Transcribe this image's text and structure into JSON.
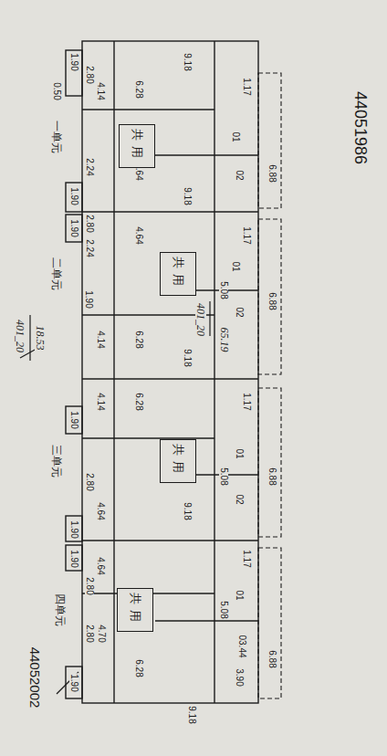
{
  "diagram": {
    "nodes": [
      {
        "text": [
          "共用"
        ]
      },
      {
        "text": [
          "共用"
        ]
      },
      {
        "text": [
          "共用"
        ]
      },
      {
        "text": [
          "共用"
        ]
      }
    ],
    "labels": [
      "44051986",
      "1.90",
      "2.80",
      "0.50",
      "4.14",
      "6.28",
      "9.18",
      "1.17",
      "一单元",
      "01",
      "02",
      "6.88",
      "2.24",
      "4.64",
      "9.18",
      "1.90",
      "1.90",
      "2.80",
      "2.24",
      "4.64",
      "1.17",
      "二单元",
      "01",
      "5.08",
      "02",
      "6.88",
      "1.90",
      "4.14",
      "6.28",
      "401_20",
      "18.53",
      "401_20",
      "65.19",
      "9.18",
      "1.17",
      "4.14",
      "6.28",
      "1.90",
      "三单元",
      "01",
      "5.08",
      "02",
      "6.88",
      "2.80",
      "4.64",
      "9.18",
      "1.90",
      "1.90",
      "4.64",
      "2.80",
      "1.17",
      "四单元",
      "01",
      "5.08",
      "2.80",
      "4.70",
      "03.44",
      "6.88",
      "6.28",
      "1.90",
      "3.90",
      "44052002",
      "9.18"
    ]
  }
}
